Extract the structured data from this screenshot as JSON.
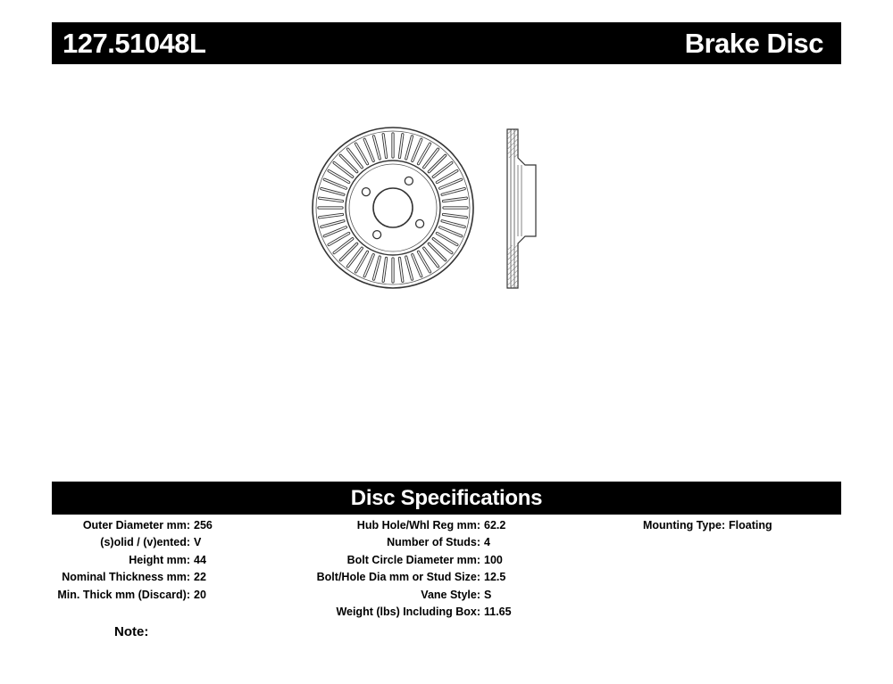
{
  "header": {
    "part_number": "127.51048L",
    "product": "Brake Disc"
  },
  "specs_title": "Disc Specifications",
  "specs": {
    "col1": [
      {
        "label": "Outer Diameter mm:",
        "value": "256"
      },
      {
        "label": "(s)olid / (v)ented:",
        "value": "V"
      },
      {
        "label": "Height mm:",
        "value": "44"
      },
      {
        "label": "Nominal Thickness mm:",
        "value": "22"
      },
      {
        "label": "Min. Thick mm (Discard):",
        "value": "20"
      }
    ],
    "col2": [
      {
        "label": "Hub Hole/Whl Reg mm:",
        "value": "62.2"
      },
      {
        "label": "Number of Studs:",
        "value": "4"
      },
      {
        "label": "Bolt Circle Diameter mm:",
        "value": "100"
      },
      {
        "label": "Bolt/Hole Dia mm or Stud Size:",
        "value": "12.5"
      },
      {
        "label": "Vane Style:",
        "value": "S"
      },
      {
        "label": "Weight (lbs) Including Box:",
        "value": "11.65"
      }
    ],
    "col3": [
      {
        "label": "Mounting Type:",
        "value": "Floating"
      }
    ]
  },
  "note_label": "Note:"
}
